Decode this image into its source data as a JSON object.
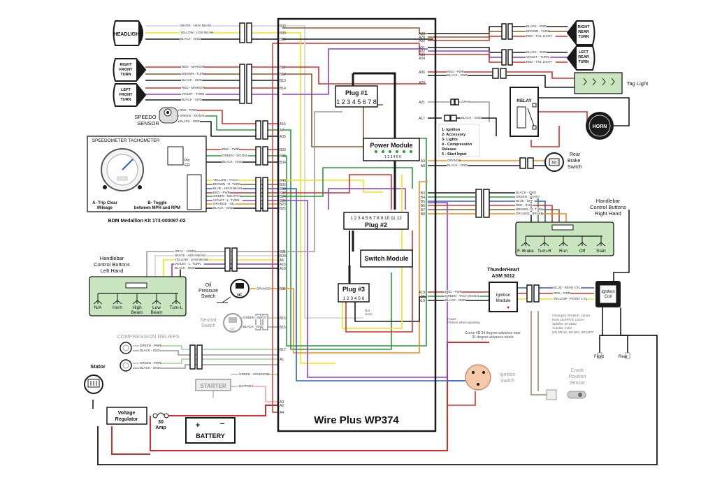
{
  "title": "Wire Plus WP374",
  "components": {
    "headlight": "HEADLIGHT",
    "right_front_turn": [
      "RIGHT",
      "FRONT",
      "TURN"
    ],
    "left_front_turn": [
      "LEFT",
      "FRONT",
      "TURN"
    ],
    "speedo_sensor": [
      "SPEEDO",
      "SENSOR"
    ],
    "right_rear_turn": [
      "RIGHT",
      "REAR",
      "TURN"
    ],
    "left_rear_turn": [
      "LEFT",
      "REAR",
      "TURN"
    ],
    "tag_light": "Tag Light",
    "relay": "RELAY",
    "horn": "HORN",
    "rear_brake_switch": [
      "Rear",
      "Brake",
      "Switch"
    ],
    "speedometer_header": "SPEEDOMETER  TACHOMETER",
    "trip_clear": [
      "A- Trip Clear",
      "Mileage"
    ],
    "toggle": [
      "B- Toggle",
      "between MPH and RPM"
    ],
    "bdm_kit": "BDM Medallion Kit 173-000097-02",
    "handlebar_right": [
      "Handlebar",
      "Control Buttons",
      "Right Hand"
    ],
    "right_buttons": [
      "F. Brake",
      "Turn-R",
      "Run",
      "Off",
      "Start"
    ],
    "handlebar_left": [
      "Handlebar",
      "Control Buttons",
      "Left Hand"
    ],
    "left_buttons": [
      "N/A",
      "Horn",
      "High Beam",
      "Low Beam",
      "Turn-L"
    ],
    "oil_pressure": [
      "Oil",
      "Pressure",
      "Switch"
    ],
    "neutral": [
      "Neutral",
      "Switch"
    ],
    "compression": "COMPRESSION RELIEFS",
    "stator": "Stator",
    "voltage_regulator": [
      "Voltage",
      "Regulator"
    ],
    "fuse": [
      "30",
      "Amp"
    ],
    "battery": "BATTERY",
    "starter": "STARTER",
    "ignition_switch": [
      "Ignition",
      "Switch"
    ],
    "crank_sensor": [
      "Crank",
      "Position",
      "Sensor"
    ],
    "thunderheart": [
      "ThunderHeart",
      "ASM 5012"
    ],
    "ignition_module": [
      "Ignition",
      "Module"
    ],
    "ignition_coil": [
      "Ignition",
      "Coil"
    ],
    "front": "Front",
    "rear": "Rear",
    "power_flickers": [
      "Power",
      "Flickers when signaling"
    ],
    "curve_note": [
      "Curve #D 34 degree advance max",
      "31 degree advance stock"
    ],
    "spark_plugs": [
      "Champion RA8HC 12mm",
      "NGK DCPR7E 14mm",
      "Splitfire SF416D",
      "Autolite 4164",
      "ND 6R/12, 5R12G, 6R12PP"
    ],
    "not_used": [
      "Not",
      "Used"
    ],
    "nc": "NC",
    "efi": "EFI",
    "pin_label": "Pin"
  },
  "modules": {
    "plug1": "Plug #1",
    "plug1_pins": "1 2 3 4 5 6 7 8",
    "plug2": "Plug #2",
    "plug2_pins": "1 2 3 4 5 6 7 8 9 10 11 12",
    "plug3": "Plug #3",
    "plug3_pins": "1 2 3 4 5 6",
    "power_module": "Power Module",
    "power_pins": "1 2 3 4 5 6",
    "switch_module": "Switch Module",
    "legend": [
      "1- Ignition",
      "2- Accessory",
      "3- Lights",
      "4 - Compression",
      "Release",
      "5 - Start Input"
    ]
  },
  "wire_labels": {
    "headlight": [
      "WHITE - HIGH BEAM",
      "YELLOW - LOW BEAM",
      "BLACK - GND"
    ],
    "right_front_turn": [
      "RED - MARKER",
      "BROWN - TURN",
      "BLACK - GND"
    ],
    "left_front_turn": [
      "RED - MARKER",
      "VIOLET - TURN",
      "BLACK - GND"
    ],
    "speedo_sensor": [
      "RED - PWR",
      "GREEN - SIGNAL",
      "BLACK - GND"
    ],
    "speedometer": [
      "RED - PWR",
      "GREEN - SIGNAL",
      "BLACK - GND"
    ],
    "tach": [
      "YELLOW - TACH",
      "BROWN - R. TURN",
      "BLUE - HIGH BEAM",
      "RED - PWR",
      "GREEN - NEUTRAL",
      "VIOLET - L. TURN",
      "ORANGE - OIL",
      "BLACK - GND"
    ],
    "left_hand": [
      "GRAY - HORN",
      "WHITE - HIGH BEAM",
      "YELLOW - LOW BEAM",
      "VIOLET - L. TURN",
      "BLACK - GND"
    ],
    "oil": "ORANGE",
    "neutral": [
      "GREEN - INPUT",
      "BLACK - GND"
    ],
    "comp1": [
      "GREEN - PWR",
      "BLACK - GND"
    ],
    "comp2": [
      "GREEN - PWR",
      "BLACK - GND"
    ],
    "starter": [
      "GREEN - SOLENOID",
      "BATTERY"
    ],
    "right_rear_turn": [
      "BLACK - GND",
      "BROWN - TURN",
      "RED - TAIL LIGHT"
    ],
    "left_rear_turn": [
      "BLACK - GND",
      "VIOLET - TURN",
      "RED - TAIL LIGHT"
    ],
    "tag": [
      "RED - PWR",
      "BLACK - GND"
    ],
    "horn_relay": [
      "GRAY",
      "BLACK - GND"
    ],
    "brake": [
      "ORANGE",
      "BLACK - GND"
    ],
    "right_hand": [
      "BLACK - GND",
      "GREEN - START",
      "BLUE - OFF",
      "RED - RUN",
      "BROWN - R. TURN",
      "ORANGE - BRAKE"
    ],
    "ignition": [
      "RED - PWR",
      "GREEN - TACH SIGNAL",
      "BLACK - GND"
    ],
    "coil": [
      "BLUE - REAR CYL",
      "RED - PWR",
      "YELLOW - FRONT CYL"
    ]
  },
  "pins": {
    "left": [
      "B32",
      "B30",
      "B29",
      "B11",
      "B12",
      "B13",
      "B14",
      "A15",
      "A7",
      "A35",
      "B33",
      "B35",
      "B34",
      "B40",
      "B36",
      "B38",
      "B37",
      "B24",
      "B26",
      "B23",
      "B25",
      "B21",
      "B28",
      "A6",
      "A16",
      "A18",
      "B31",
      "B16",
      "B15",
      "B17",
      "A1",
      "A3",
      "A2",
      "A4"
    ],
    "right": [
      "A28",
      "A29",
      "A30",
      "A31",
      "A32",
      "A33",
      "A34",
      "A36",
      "A20",
      "A21",
      "A17",
      "A9",
      "A8",
      "B3",
      "B4",
      "B5",
      "B6",
      "B7",
      "B8",
      "A19",
      "A5",
      "A10"
    ]
  },
  "colors": {
    "red": "#d0312d",
    "black": "#1a1a1a",
    "yellow": "#f2e21a",
    "green": "#2a9a3c",
    "blue": "#2c5fd0",
    "brown": "#8b5a2b",
    "violet": "#8a3fc8",
    "orange": "#f08a1c",
    "gray": "#9a9a9a",
    "white": "#e6e6e6",
    "grey_green": "#9ccf9c",
    "module_green": "#c9e6c0"
  }
}
